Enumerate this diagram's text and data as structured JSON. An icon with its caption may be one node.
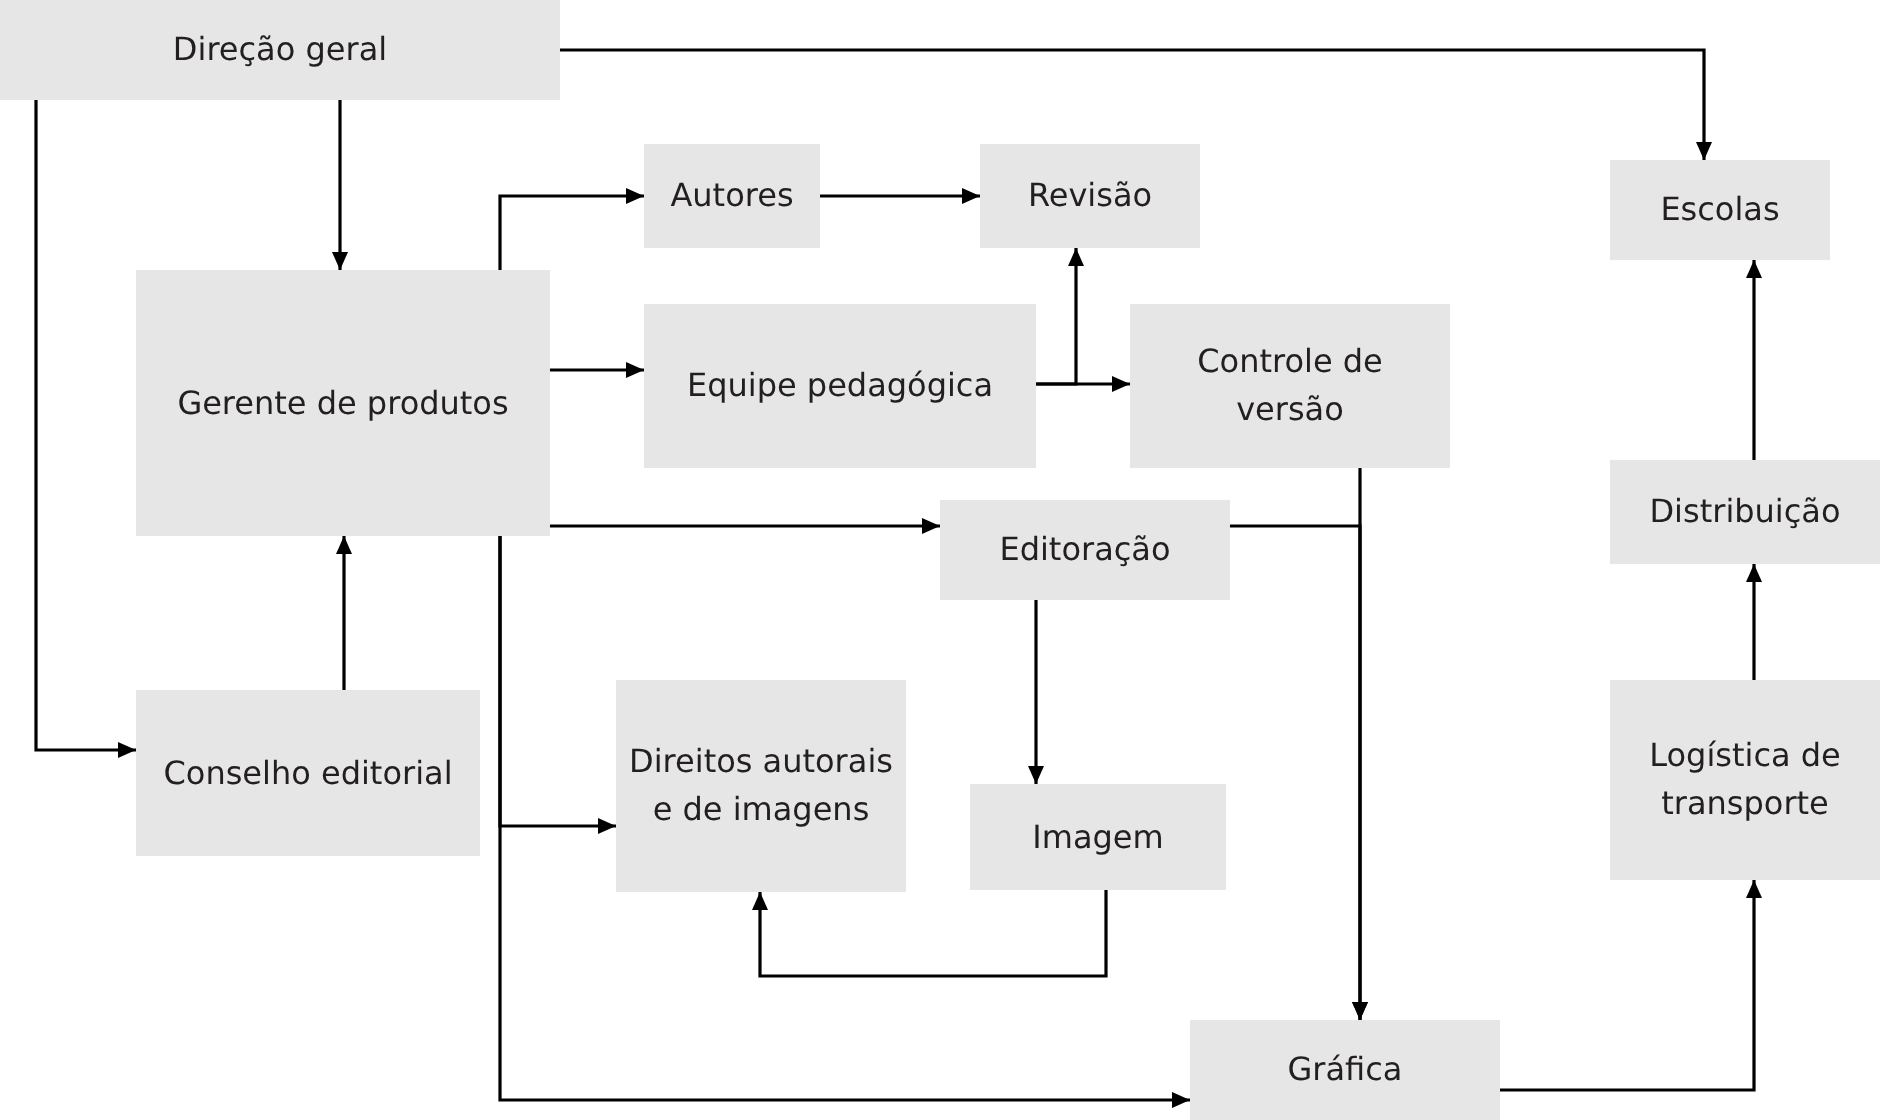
{
  "diagram": {
    "nodes": [
      {
        "text": [
          "Direção geral"
        ]
      },
      {
        "text": [
          "Escolas"
        ]
      },
      {
        "text": [
          "Autores"
        ]
      },
      {
        "text": [
          "Revisão"
        ]
      },
      {
        "text": [
          "Gerente de produtos"
        ]
      },
      {
        "text": [
          "Equipe pedagógica"
        ]
      },
      {
        "text": [
          "Controle de versão"
        ]
      },
      {
        "text": [
          "Distribuição"
        ]
      },
      {
        "text": [
          "Editoração"
        ]
      },
      {
        "text": [
          "Conselho editorial"
        ]
      },
      {
        "text": [
          "Direitos autorais e de imagens"
        ]
      },
      {
        "text": [
          "Imagem"
        ]
      },
      {
        "text": [
          "Logística de transporte"
        ]
      },
      {
        "text": [
          "Gráfica"
        ]
      }
    ],
    "edges": [
      {
        "from": 0,
        "to": 1,
        "arrow": "to"
      },
      {
        "from": 0,
        "to": 4,
        "arrow": "to"
      },
      {
        "from": 0,
        "to": 9,
        "arrow": "to"
      },
      {
        "from": 9,
        "to": 4,
        "arrow": "to"
      },
      {
        "from": 4,
        "to": 2,
        "arrow": "to"
      },
      {
        "from": 4,
        "to": 5,
        "arrow": "to"
      },
      {
        "from": 4,
        "to": 8,
        "arrow": "to"
      },
      {
        "from": 4,
        "to": 10,
        "arrow": "to"
      },
      {
        "from": 4,
        "to": 13,
        "arrow": "to"
      },
      {
        "from": 2,
        "to": 3,
        "arrow": "to"
      },
      {
        "from": 5,
        "to": 3,
        "arrow": "to"
      },
      {
        "from": 5,
        "to": 6,
        "arrow": "to"
      },
      {
        "from": 6,
        "to": 13,
        "arrow": "to"
      },
      {
        "from": 8,
        "to": 13,
        "arrow": "to"
      },
      {
        "from": 8,
        "to": 11,
        "arrow": "to"
      },
      {
        "from": 11,
        "to": 10,
        "arrow": "to"
      },
      {
        "from": 13,
        "to": 12,
        "arrow": "to"
      },
      {
        "from": 12,
        "to": 7,
        "arrow": "to"
      },
      {
        "from": 7,
        "to": 1,
        "arrow": "to"
      }
    ]
  }
}
